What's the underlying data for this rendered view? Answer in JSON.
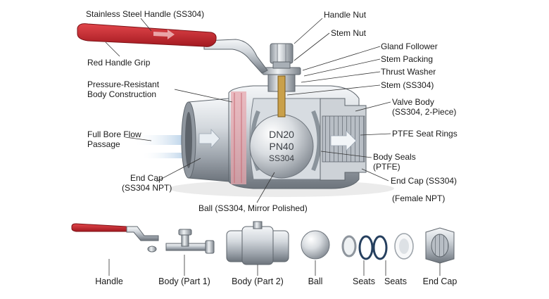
{
  "colors": {
    "handle_red": "#c8242b",
    "steel_light": "#e6e9ec",
    "steel_mid": "#b4bac1",
    "steel_dark": "#6d747c",
    "seal_pink": "#e7a7ad",
    "seat_blue": "#26405f",
    "flow_arrow": "#bcd4ea",
    "leader_line": "#333333"
  },
  "callouts": {
    "stainless_handle": "Stainless Steel Handle (SS304)",
    "red_grip": "Red Handle Grip",
    "pressure_body_l1": "Pressure-Resistant",
    "pressure_body_l2": "Body Construction",
    "full_bore_l1": "Full Bore Flow",
    "full_bore_l2": "Passage",
    "end_cap_left_l1": "End Cap",
    "end_cap_left_l2": "(SS304 NPT)",
    "ball": "Ball (SS304, Mirror Polished)",
    "handle_nut": "Handle Nut",
    "stem_nut": "Stem Nut",
    "gland_follower": "Gland Follower",
    "stem_packing": "Stem Packing",
    "thrust_washer": "Thrust Washer",
    "stem": "Stem (SS304)",
    "valve_body_l1": "Valve Body",
    "valve_body_l2": "(SS304, 2-Piece)",
    "ptfe_seats": "PTFE Seat Rings",
    "body_seals_l1": "Body Seals",
    "body_seals_l2": "(PTFE)",
    "end_cap_right": "End Cap (SS304)",
    "female_npt": "(Female NPT)"
  },
  "ball_markings": {
    "size": "DN20",
    "pressure": "PN40",
    "material": "SS304"
  },
  "exploded_parts": [
    {
      "label": "Handle",
      "icon": "handle-part-icon"
    },
    {
      "label": "Body (Part 1)",
      "icon": "stem-body-part-icon"
    },
    {
      "label": "Body (Part 2)",
      "icon": "body-part-icon"
    },
    {
      "label": "Ball",
      "icon": "ball-part-icon"
    },
    {
      "label": "Seats",
      "icon": "seat-ring-icon"
    },
    {
      "label": "Seats",
      "icon": "seat-spring-icon"
    },
    {
      "label": "End Cap",
      "icon": "end-cap-part-icon"
    }
  ]
}
